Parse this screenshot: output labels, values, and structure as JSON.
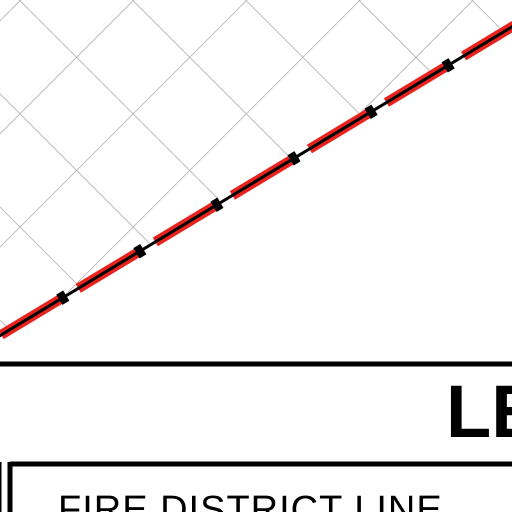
{
  "map": {
    "hatch_color": "#bdbdbd",
    "boundary_color": "#e8231e",
    "boundary_core_color": "#000000"
  },
  "legend": {
    "title": "LE",
    "items": [
      {
        "label": "FIRE DISTRICT LINE",
        "symbol": "fire-district-line"
      }
    ]
  }
}
